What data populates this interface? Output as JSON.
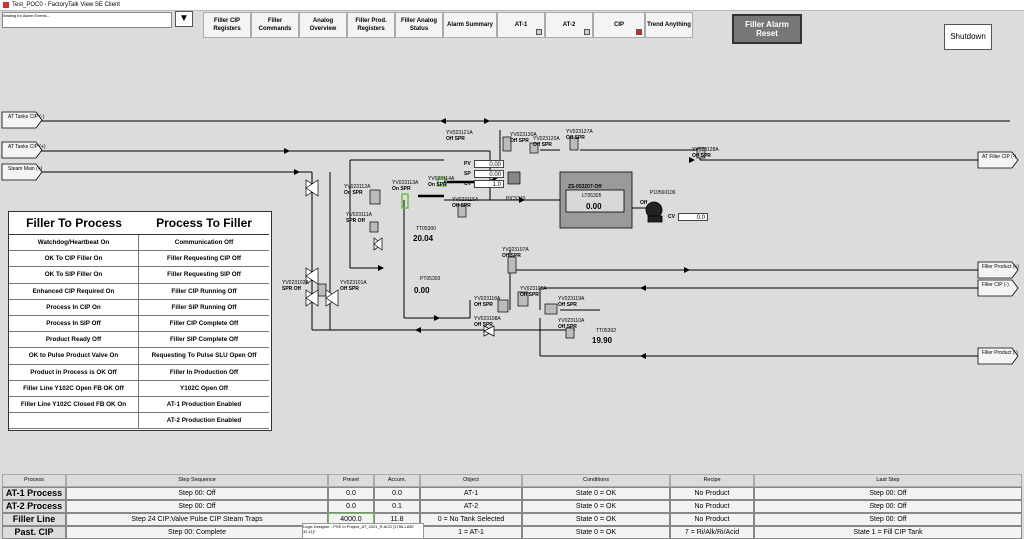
{
  "window": {
    "title": "Test_POC0 - FactoryTalk View SE Client"
  },
  "alarm_banner": {
    "text": "Waiting for Alarm Events...",
    "dropdown_label": "▼"
  },
  "nav_buttons": [
    {
      "label": "Filler CIP Registers"
    },
    {
      "label": "Filler Commands"
    },
    {
      "label": "Analog Overview"
    },
    {
      "label": "Filler Prod. Registers"
    },
    {
      "label": "Filler Analog Status"
    },
    {
      "label": "Alarm Summary"
    },
    {
      "label": "AT-1"
    },
    {
      "label": "AT-2"
    },
    {
      "label": "CIP"
    },
    {
      "label": "Trend Anything"
    }
  ],
  "alarm_reset": {
    "label": "Filler Alarm Reset"
  },
  "shutdown": {
    "label": "Shutdown"
  },
  "left_connectors": [
    {
      "label": "AT Tanks CIP (-)"
    },
    {
      "label": "AT Tanks CIP (+)"
    },
    {
      "label": "Steam Main (+)"
    }
  ],
  "right_connectors": [
    {
      "label": "AT Filler CIP (-)"
    },
    {
      "label": "Filler Product (+)"
    },
    {
      "label": "Filler CIP (-)"
    },
    {
      "label": "Filler Product (-)"
    }
  ],
  "filler_to_process": {
    "headers": [
      "Filler To Process",
      "Process To Filler"
    ],
    "rows": [
      [
        "Watchdog/Heartbeat On",
        "Communication Off"
      ],
      [
        "OK To CIP Filler On",
        "Filler Requesting CIP Off"
      ],
      [
        "OK To SIP Filler On",
        "Filler Requesting SIP Off"
      ],
      [
        "Enhanced CIP Required On",
        "Filler CIP Running Off"
      ],
      [
        "Process In CIP On",
        "Filler SIP Running Off"
      ],
      [
        "Process In SIP Off",
        "Filler CIP Complete Off"
      ],
      [
        "Product Ready Off",
        "Filler SIP Complete Off"
      ],
      [
        "OK to Pulse Product Valve On",
        "Requesting To Pulse SLU Open Off"
      ],
      [
        "Product in Process is OK Off",
        "Filler In Production Off"
      ],
      [
        "Filler Line Y102C Open FB OK Off",
        "Y102C Open Off"
      ],
      [
        "Filler Line Y102C Closed FB OK On",
        "AT-1 Production Enabled"
      ],
      [
        "",
        "AT-2 Production Enabled"
      ]
    ]
  },
  "pid": {
    "valves": [
      {
        "tag": "YV023121A",
        "state": "Off",
        "spr": "SPR"
      },
      {
        "tag": "YV023130A",
        "state": "Off",
        "spr": "SPR"
      },
      {
        "tag": "YV023120A",
        "state": "Off",
        "spr": "SPR"
      },
      {
        "tag": "YV023127A",
        "state": "Off",
        "spr": "SPR"
      },
      {
        "tag": "YV023128A",
        "state": "Off",
        "spr": "SPR"
      },
      {
        "tag": "YV023112A",
        "state": "On",
        "spr": "SPR"
      },
      {
        "tag": "YV023113A",
        "state": "On",
        "spr": "SPR"
      },
      {
        "tag": "YV023114A",
        "state": "On",
        "spr": "SPR"
      },
      {
        "tag": "YV023115A",
        "state": "Off",
        "spr": "SPR"
      },
      {
        "tag": "YV023111A",
        "state": "SPR",
        "spr": "Off"
      },
      {
        "tag": "YV023102A",
        "state": "SPR",
        "spr": "Off"
      },
      {
        "tag": "YV023101A",
        "state": "Off",
        "spr": "SPR"
      },
      {
        "tag": "YV023107A",
        "state": "Off",
        "spr": "SPR"
      },
      {
        "tag": "YV023109A",
        "state": "Off",
        "spr": "SPR"
      },
      {
        "tag": "YV023119A",
        "state": "Off",
        "spr": "SPR"
      },
      {
        "tag": "YV023118A",
        "state": "Off",
        "spr": "SPR"
      },
      {
        "tag": "YV023108A",
        "state": "Off",
        "spr": "SPR"
      },
      {
        "tag": "YV023110A",
        "state": "Off",
        "spr": "SPR"
      }
    ],
    "pid_block": {
      "pv_label": "PV",
      "pv": "0.00",
      "sp_label": "SP",
      "sp": "0.00",
      "cv_label": "CV",
      "cv": "1.0",
      "tag": "PIC5340"
    },
    "tt05300": {
      "tag": "TT05300",
      "value": "20.04"
    },
    "pt05303": {
      "tag": "PT05303",
      "value": "0.00"
    },
    "tt05302": {
      "tag": "TT05302",
      "value": "19.90"
    },
    "tank": {
      "tag": "ZS-053207-Off",
      "level_tag": "LT05305",
      "value": "0.00"
    },
    "pump": {
      "tag": "P10560106",
      "state": "Off",
      "cv_label": "CV",
      "cv": "0.0"
    }
  },
  "bottom_table": {
    "headers": [
      "Process",
      "Step Sequence",
      "Preset",
      "Accum.",
      "Object",
      "Conditions",
      "Recipe",
      "Last Step"
    ],
    "rows": [
      [
        "AT-1 Process",
        "Step 00: Off",
        "0.0",
        "0.0",
        "AT-1",
        "State 0 = OK",
        "No Product",
        "Step 00: Off"
      ],
      [
        "AT-2 Process",
        "Step 00: Off",
        "0.0",
        "0.1",
        "AT-2",
        "State 0 = OK",
        "No Product",
        "Step 00: Off"
      ],
      [
        "Filler Line",
        "Step 24 CIP:Valve Pulse CIP Steam Traps",
        "4000.0",
        "11.8",
        "0 = No Tank Selected",
        "State 0 = OK",
        "No Product",
        "Step 00: Off"
      ],
      [
        "Past. CIP",
        "Step 00: Complete",
        "",
        "",
        "1 = AT-1",
        "State 0 = OK",
        "7 = Ri/Alk/Ri/Acid",
        "State 1 = Fill CIP Tank"
      ]
    ]
  },
  "tooltip": {
    "text": "Logix Designer - PSE In Project_AT_2021_R.ACD [1756-L83E 32.11]*"
  },
  "colors": {
    "background": "#dcdcdc",
    "highlight_green": "#6cc04a",
    "indicator_red": "#d22222"
  }
}
